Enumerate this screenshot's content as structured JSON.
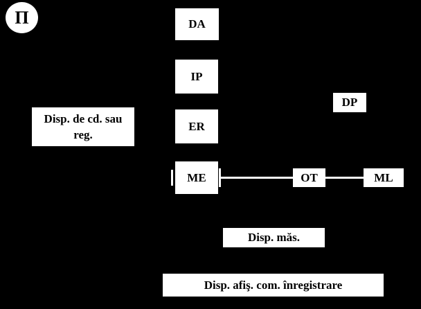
{
  "diagram": {
    "colors": {
      "background": "#000000",
      "box_fill": "#ffffff",
      "box_text": "#000000",
      "wire": "#ffffff"
    },
    "badge": {
      "label": "Π"
    },
    "nodes": {
      "da": {
        "label": "DA"
      },
      "ip": {
        "label": "IP"
      },
      "er": {
        "label": "ER"
      },
      "me": {
        "label": "ME"
      },
      "dp": {
        "label": "DP"
      },
      "ot": {
        "label": "OT"
      },
      "ml": {
        "label": "ML"
      },
      "disp_cd_reg": {
        "label_line1": "Disp. de cd. sau",
        "label_line2": "reg."
      },
      "disp_mas": {
        "label": "Disp. măs."
      },
      "disp_afis": {
        "label": "Disp. afiş. com. înregistrare"
      }
    }
  }
}
